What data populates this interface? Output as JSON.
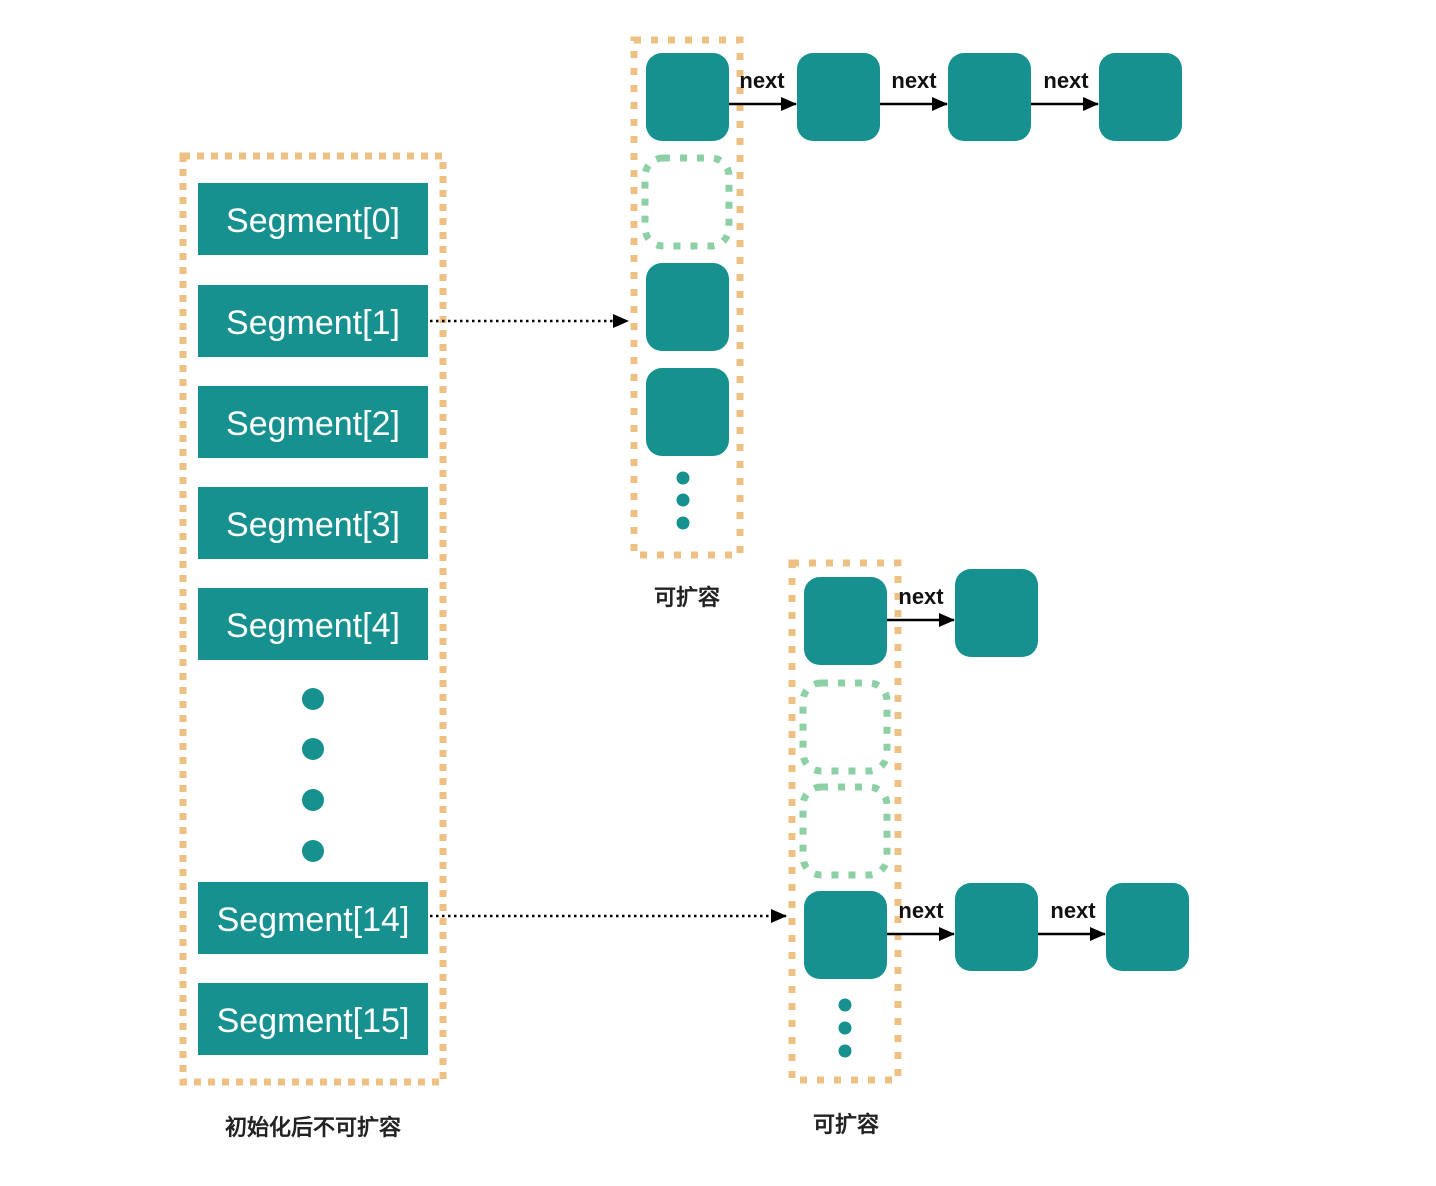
{
  "colors": {
    "teal": "#17918f",
    "orange_dash": "#eec084",
    "green_dash": "#8dd0a5",
    "arrow": "#000000",
    "text_dark": "#222222",
    "segment_text": "#ffffff"
  },
  "segment_array": {
    "segments": [
      {
        "label": "Segment[0]"
      },
      {
        "label": "Segment[1]"
      },
      {
        "label": "Segment[2]"
      },
      {
        "label": "Segment[3]"
      },
      {
        "label": "Segment[4]"
      },
      {
        "label": "Segment[14]"
      },
      {
        "label": "Segment[15]"
      }
    ],
    "ellipsis_dots": 4,
    "caption": "初始化后不可扩容"
  },
  "table_top": {
    "caption": "可扩容",
    "pointed_by": "Segment[1]",
    "slots": [
      {
        "state": "filled",
        "chain": [
          "next",
          "next",
          "next"
        ]
      },
      {
        "state": "empty"
      },
      {
        "state": "filled",
        "chain": []
      },
      {
        "state": "filled",
        "chain": []
      }
    ],
    "ellipsis_dots": 3
  },
  "table_bottom": {
    "caption": "可扩容",
    "pointed_by": "Segment[14]",
    "slots": [
      {
        "state": "filled",
        "chain": [
          "next"
        ]
      },
      {
        "state": "empty"
      },
      {
        "state": "empty"
      },
      {
        "state": "filled",
        "chain": [
          "next",
          "next"
        ]
      }
    ],
    "ellipsis_dots": 3
  }
}
